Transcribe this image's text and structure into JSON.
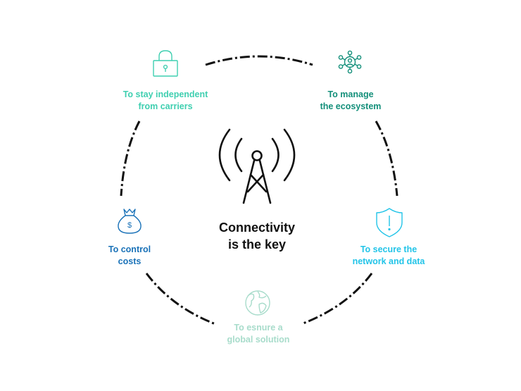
{
  "center": {
    "title_line1": "Connectivity",
    "title_line2": "is the key",
    "icon": "radio-tower-icon"
  },
  "items": [
    {
      "line1": "To stay independent",
      "line2": "from carriers",
      "icon": "padlock-icon",
      "color": "#3fcfb0"
    },
    {
      "line1": "To manage",
      "line2": "the ecosystem",
      "icon": "network-hub-icon",
      "color": "#138f7a"
    },
    {
      "line1": "To secure the",
      "line2": "network and data",
      "icon": "shield-icon",
      "color": "#22c4e8"
    },
    {
      "line1": "To esnure a",
      "line2": "global solution",
      "icon": "globe-icon",
      "color": "#a8dccb"
    },
    {
      "line1": "To control",
      "line2": "costs",
      "icon": "money-bag-icon",
      "color": "#1a72b8"
    }
  ],
  "colors": {
    "ring": "#111111"
  }
}
